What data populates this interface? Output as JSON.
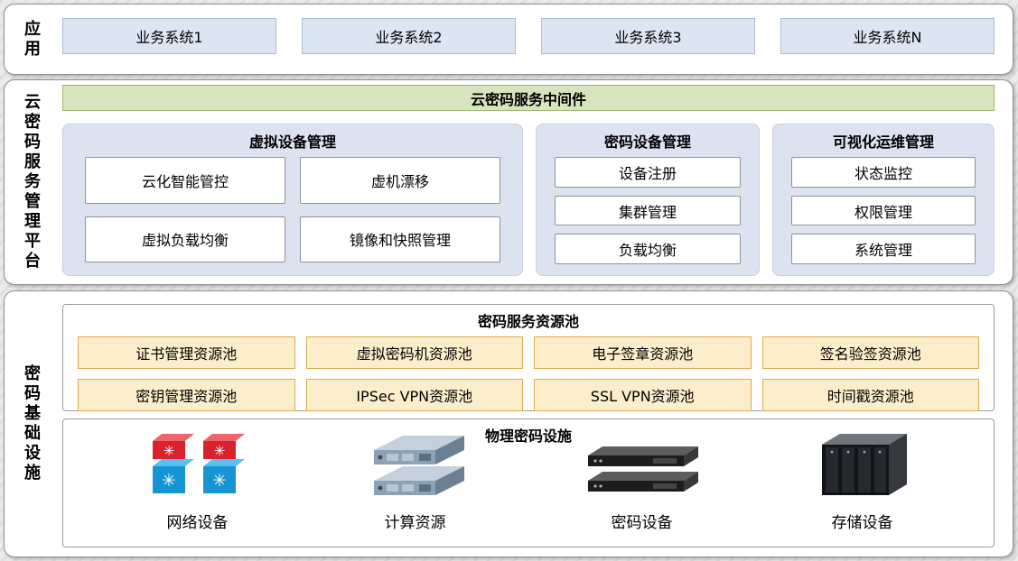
{
  "app_layer": {
    "label": "应用",
    "systems": [
      "业务系统1",
      "业务系统2",
      "业务系统3",
      "业务系统N"
    ]
  },
  "platform_layer": {
    "label": "云密码服务管理平台",
    "middleware": "云密码服务中间件",
    "panels": [
      {
        "title": "虚拟设备管理",
        "items": [
          "云化智能管控",
          "虚机漂移",
          "虚拟负载均衡",
          "镜像和快照管理"
        ]
      },
      {
        "title": "密码设备管理",
        "items": [
          "设备注册",
          "集群管理",
          "负载均衡"
        ]
      },
      {
        "title": "可视化运维管理",
        "items": [
          "状态监控",
          "权限管理",
          "系统管理"
        ]
      }
    ]
  },
  "infra_layer": {
    "label": "密码基础设施",
    "resource_pool": {
      "title": "密码服务资源池",
      "rows": [
        [
          "证书管理资源池",
          "虚拟密码机资源池",
          "电子签章资源池",
          "签名验签资源池"
        ],
        [
          "密钥管理资源池",
          "IPSec VPN资源池",
          "SSL VPN资源池",
          "时间戳资源池"
        ]
      ]
    },
    "physical": {
      "title": "物理密码设施",
      "devices": [
        "网络设备",
        "计算资源",
        "密码设备",
        "存储设备"
      ]
    }
  },
  "icons": {
    "network": "network-switch-icon",
    "compute": "server-stack-icon",
    "crypto": "crypto-rack-icon",
    "storage": "storage-array-icon"
  },
  "colors": {
    "app_box": "#dbe6f2",
    "middleware_bar": "#d8e4bd",
    "sub_panel": "#dce2ef",
    "pool_box": "#fdeecb",
    "pool_border": "#dca94f"
  }
}
